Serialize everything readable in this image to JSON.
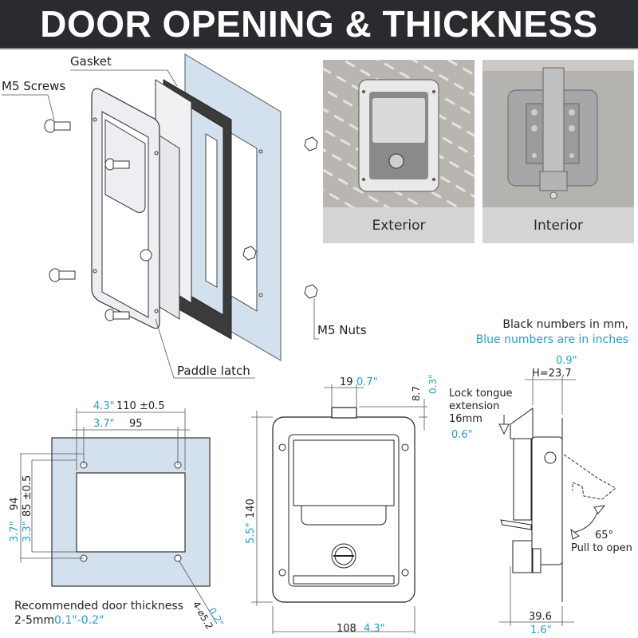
{
  "header": {
    "title": "DOOR OPENING & THICKNESS"
  },
  "exploded_view": {
    "labels": {
      "gasket": "Gasket",
      "screws": "M5 Screws",
      "nuts": "M5 Nuts",
      "paddle_latch": "Paddle latch"
    }
  },
  "photos": [
    {
      "caption": "Exterior"
    },
    {
      "caption": "Interior"
    }
  ],
  "legend": {
    "mm_note": "Black numbers in mm,",
    "inch_note": "Blue numbers are in inches"
  },
  "door_cutout": {
    "width_outer_inch": "4.3\"",
    "width_outer_mm": "110 ±0.5",
    "width_holes_inch": "3.7\"",
    "width_holes_mm": "95",
    "height_outer_mm": "94",
    "height_outer_inch": "3.7\"",
    "height_inner_mm": "85 ±0.5",
    "height_inner_inch": "3.3\"",
    "hole_mm": "4-⌀5.2",
    "hole_inch": "0.2\"",
    "thickness_label": "Recommended door thickness",
    "thickness_mm": "2-5mm",
    "thickness_inch": "0.1\"-0.2\""
  },
  "front_view": {
    "tongue_width_mm": "19",
    "tongue_width_inch": "0.7\"",
    "tongue_height_mm": "8.7",
    "tongue_height_inch": "0.3\"",
    "height_mm": "140",
    "height_inch": "5.5\"",
    "width_mm": "108",
    "width_inch": "4.3\""
  },
  "side_view": {
    "depth_inch": "0.9\"",
    "depth_mm": "H=23.7",
    "tongue_ext_line1": "Lock tongue",
    "tongue_ext_line2": "extension",
    "tongue_ext_mm": "16mm",
    "tongue_ext_inch": "0.6\"",
    "angle": "65°",
    "pull_label": "Pull to open",
    "total_mm": "39.6",
    "total_inch": "1.6\""
  },
  "colors": {
    "header_bg": "#2a2b2f",
    "blue_text": "#2a9dc8",
    "panel_blue": "#d3e1ee",
    "gasket": "#3a3a3a",
    "caption_bg": "#d4d4d4"
  }
}
